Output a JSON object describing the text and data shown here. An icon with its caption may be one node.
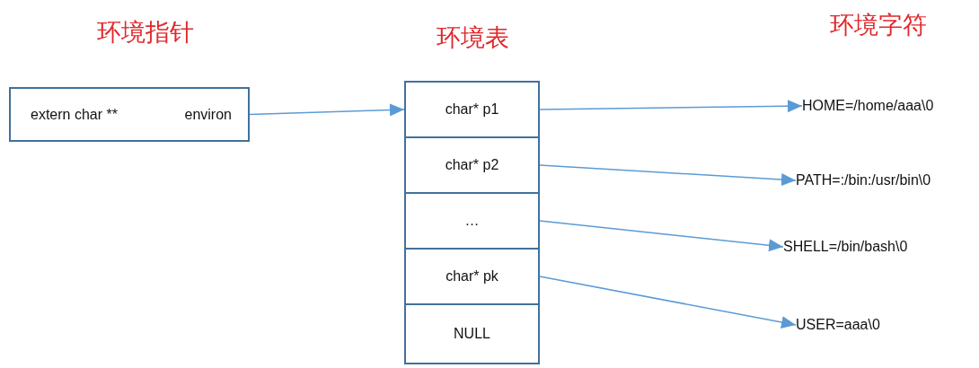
{
  "diagram": {
    "nodes": [
      {
        "text": [
          "extern char **",
          "environ"
        ]
      },
      {
        "text": [
          "char* p1"
        ]
      },
      {
        "text": [
          "char* p2"
        ]
      },
      {
        "text": [
          "…"
        ]
      },
      {
        "text": [
          "char* pk"
        ]
      },
      {
        "text": [
          "NULL"
        ]
      },
      {
        "text": [
          "HOME=/home/aaa\\0"
        ]
      },
      {
        "text": [
          "PATH=:/bin:/usr/bin\\0"
        ]
      },
      {
        "text": [
          "SHELL=/bin/bash\\0"
        ]
      },
      {
        "text": [
          "USER=aaa\\0"
        ]
      }
    ],
    "edges": [
      {
        "from": 0,
        "to": 1,
        "arrow": "to"
      },
      {
        "from": 1,
        "to": 6,
        "arrow": "to"
      },
      {
        "from": 2,
        "to": 7,
        "arrow": "to"
      },
      {
        "from": 3,
        "to": 8,
        "arrow": "to"
      },
      {
        "from": 4,
        "to": 9,
        "arrow": "to"
      }
    ],
    "labels": [
      "环境指针",
      "环境表",
      "环境字符"
    ]
  }
}
